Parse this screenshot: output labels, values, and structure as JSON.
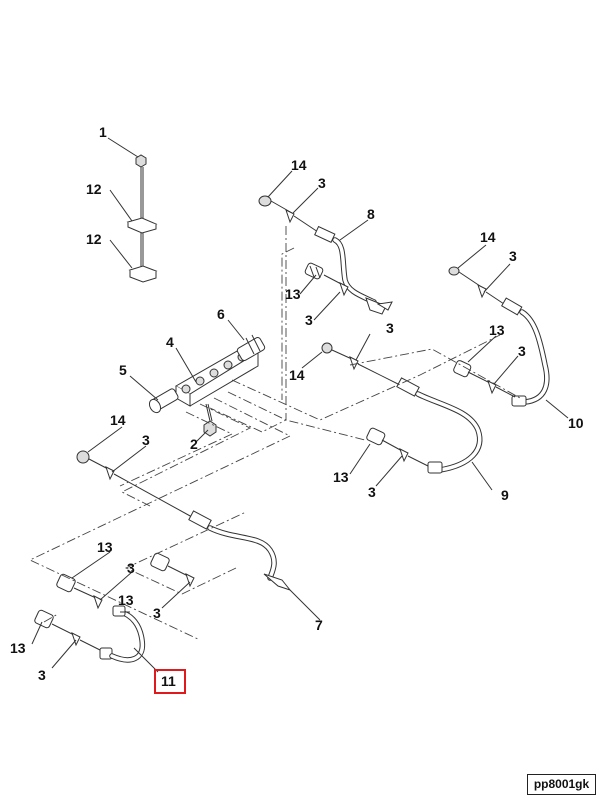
{
  "diagram": {
    "labels": {
      "p1": "1",
      "p12a": "12",
      "p12b": "12",
      "p14a": "14",
      "p3a": "3",
      "p8": "8",
      "p14b": "14",
      "p3b": "3",
      "p13a": "13",
      "p3c": "3",
      "p6": "6",
      "p3d": "3",
      "p13b": "13",
      "p3e": "3",
      "p4": "4",
      "p5": "5",
      "p14c": "14",
      "p10": "10",
      "p14d": "14",
      "p3f": "3",
      "p2": "2",
      "p13c": "13",
      "p3g": "3",
      "p9": "9",
      "p13d": "13",
      "p3h": "3",
      "p13e": "13",
      "p3i": "3",
      "p7": "7",
      "p13f": "13",
      "p3j": "3",
      "p11": "11"
    },
    "reference_code": "pp8001gk"
  }
}
